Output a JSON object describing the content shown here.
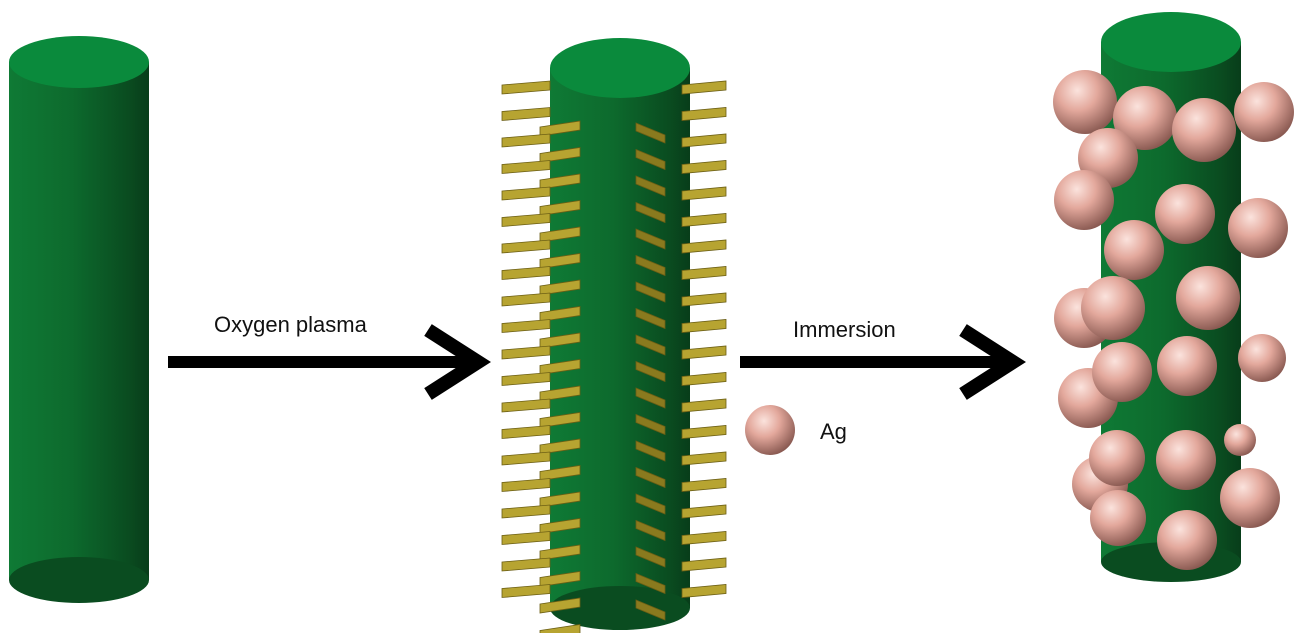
{
  "labels": {
    "step1": "Oxygen plasma",
    "step2": "Immersion",
    "legend_ag": "Ag"
  },
  "colors": {
    "fiber_body": "#0e6b2e",
    "fiber_top": "#0a8a3c",
    "functional_group": "#b7a431",
    "ag_particle": "#e8aaa0",
    "arrow": "#000000"
  },
  "icons": {
    "arrow": "right-arrow-icon",
    "particle": "ag-nanoparticle-icon"
  }
}
